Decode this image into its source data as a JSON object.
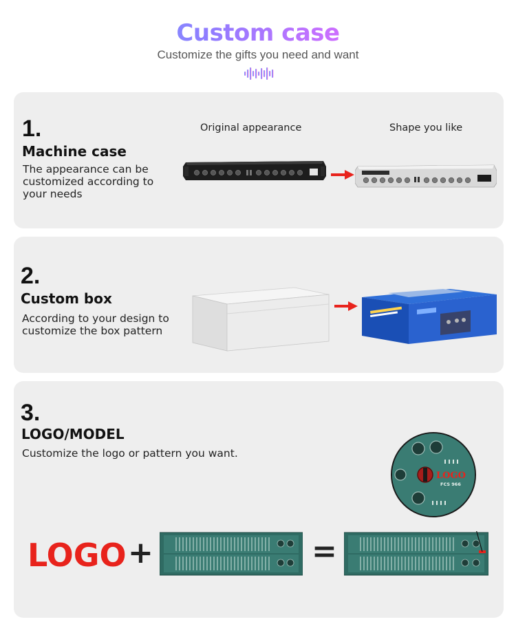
{
  "header": {
    "title": "Custom case",
    "subtitle": "Customize the gifts you need and want"
  },
  "sections": [
    {
      "number": "1.",
      "heading": "Machine case",
      "description_lines": [
        "The appearance can be",
        "customized according to",
        "your needs"
      ],
      "caption_before": "Original appearance",
      "caption_after": "Shape you like"
    },
    {
      "number": "2.",
      "heading": "Custom box",
      "description_lines": [
        "According to your design to",
        "customize the box pattern"
      ]
    },
    {
      "number": "3.",
      "heading": "LOGO/MODEL",
      "description_lines": [
        "Customize the logo or pattern you want."
      ],
      "logo_word": "LOGO",
      "plus_sign": "+",
      "equals_sign": "=",
      "zoom_logo_text": "LOGO",
      "zoom_model_text": "FCS 966"
    }
  ],
  "colors": {
    "arrow": "#e8231c",
    "logo": "#e8231c",
    "panel_green": "#2f6b63",
    "card_bg": "#eeeeee"
  }
}
